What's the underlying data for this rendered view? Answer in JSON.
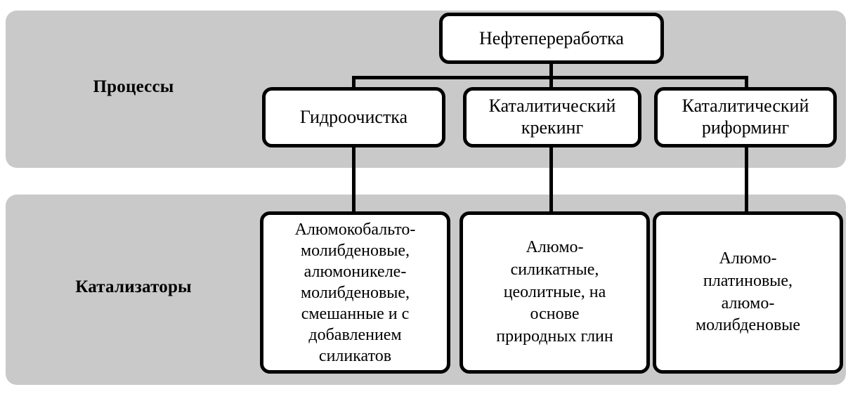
{
  "diagram": {
    "title_hidden": "",
    "rows": [
      {
        "id": "processes",
        "label": "Процессы"
      },
      {
        "id": "catalysts",
        "label": "Катализаторы"
      }
    ],
    "root": {
      "label": "Нефтепереработка"
    },
    "processes": [
      {
        "id": "hydrotreating",
        "label": "Гидроочистка"
      },
      {
        "id": "cat-cracking",
        "label": "Каталитический\nкрекинг"
      },
      {
        "id": "cat-reforming",
        "label": "Каталитический\nриформинг"
      }
    ],
    "catalysts": [
      {
        "id": "cat-hydrotreating",
        "label": "Алюмокобальто-\nмолибденовые,\nалюмоникеле-\nмолибденовые,\nсмешанные и  с\nдобавлением\nсиликатов"
      },
      {
        "id": "cat-cracking-cat",
        "label": "Алюмо-\nсиликатные,\nцеолитные, на\nоснове\nприродных глин"
      },
      {
        "id": "cat-reforming-cat",
        "label": "Алюмо-\nплатиновые,\nалюмо-\nмолибденовые"
      }
    ],
    "colors": {
      "band_background": "#c9c9c9",
      "node_background": "#ffffff",
      "node_border": "#000000",
      "text": "#000000",
      "page_background": "#ffffff"
    }
  }
}
